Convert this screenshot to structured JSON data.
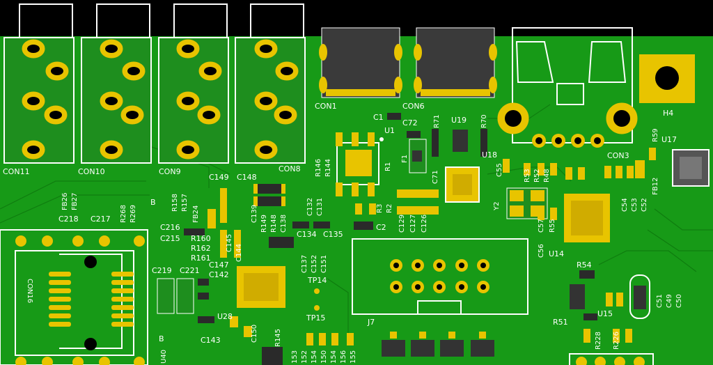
{
  "title": "PCB layout view",
  "colors": {
    "board": "#179a17",
    "copper": "#e8c400",
    "silkscreen": "#ffffff",
    "background": "#000000"
  },
  "labels": {
    "con11": "CON11",
    "con10": "CON10",
    "con9": "CON9",
    "con8": "CON8",
    "con1": "CON1",
    "con6": "CON6",
    "con3": "CON3",
    "con16": "CON16",
    "h4": "H4",
    "j7": "J7",
    "u1": "U1",
    "u14": "U14",
    "u15": "U15",
    "u17": "U17",
    "u18": "U18",
    "u19": "U19",
    "u28": "U28",
    "u40": "U40",
    "tp14": "TP14",
    "tp15": "TP15",
    "c1": "C1",
    "c2": "C2",
    "c72": "C72",
    "c71": "C71",
    "c55": "C55",
    "c56": "C56",
    "c57": "C57",
    "c51": "C51",
    "c49": "C49",
    "c50": "C50",
    "c52": "C52",
    "c53": "C53",
    "c54": "C54",
    "c149": "C149",
    "c148": "C148",
    "c139": "C139",
    "c138": "C138",
    "c132": "C132",
    "c131": "C131",
    "c129": "C129",
    "c127": "C127",
    "c126": "C126",
    "c134": "C134",
    "c135": "C135",
    "c137": "C137",
    "c152": "C152",
    "c151": "C151",
    "c145": "C145",
    "c144": "C144",
    "c147": "C147",
    "c142": "C142",
    "c143": "C143",
    "c150": "C150",
    "c216": "C216",
    "c215": "C215",
    "c218": "C218",
    "c217": "C217",
    "c219": "C219",
    "c221": "C221",
    "r1": "R1",
    "r2": "R2",
    "r3": "R3",
    "r70": "R70",
    "r71": "R71",
    "r53": "R53",
    "r52": "R52",
    "r48": "R48",
    "r55": "R55",
    "r54": "R54",
    "r51": "R51",
    "r59": "R59",
    "r228": "R228",
    "r226": "R226",
    "r146": "R146",
    "r144": "R144",
    "r149": "R149",
    "r148": "R148",
    "r145": "R145",
    "r158": "R158",
    "r157": "R157",
    "r160": "R160",
    "r162": "R162",
    "r161": "R161",
    "r268": "R268",
    "r269": "R269",
    "fb26": "FB26",
    "fb27": "FB27",
    "fb24": "FB24",
    "fb12": "FB12",
    "f1": "F1",
    "y2": "Y2",
    "b1": "B",
    "b2": "B",
    "row153": "153",
    "row152": "152",
    "row154": "154",
    "row150": "150",
    "row154b": "154",
    "row156": "156",
    "row155": "155"
  }
}
